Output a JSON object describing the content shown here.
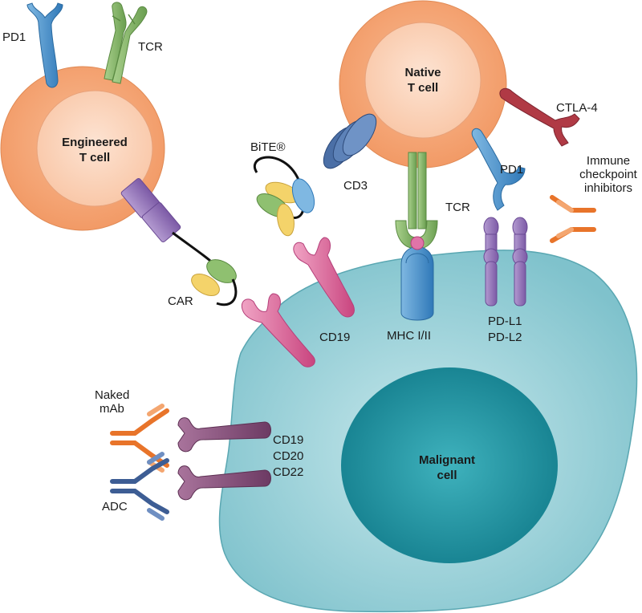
{
  "cells": {
    "engineered": {
      "line1": "Engineered",
      "line2": "T cell"
    },
    "native": {
      "line1": "Native",
      "line2": "T cell"
    },
    "malignant": {
      "line1": "Malignant",
      "line2": "cell"
    }
  },
  "labels": {
    "pd1_engineered": "PD1",
    "tcr_engineered": "TCR",
    "bite": "BiTE®",
    "car": "CAR",
    "cd19": "CD19",
    "cd3": "CD3",
    "tcr_native": "TCR",
    "pd1_native": "PD1",
    "ctla4": "CTLA-4",
    "checkpoint_line1": "Immune",
    "checkpoint_line2": "checkpoint",
    "checkpoint_line3": "inhibitors",
    "mhc": "MHC I/II",
    "pdl1": "PD-L1",
    "pdl2": "PD-L2",
    "naked_line1": "Naked",
    "naked_line2": "mAb",
    "adc": "ADC",
    "cd19_b": "CD19",
    "cd20": "CD20",
    "cd22": "CD22"
  },
  "colors": {
    "tcell_outer": "#f6a679",
    "tcell_inner": "#fbd1b8",
    "malignant_outer": "#8ecad2",
    "malignant_nucleus": "#1f98a6",
    "pd1": "#3a86c4",
    "tcr": "#7fb163",
    "car": "#8a6db0",
    "cd19": "#d85f9a",
    "ctla4": "#b03a45",
    "pdl": "#8d6bb0",
    "antibody_orange": "#e8742a",
    "antibody_blue": "#3d5d94",
    "cd_antigen": "#8b4f7a"
  }
}
